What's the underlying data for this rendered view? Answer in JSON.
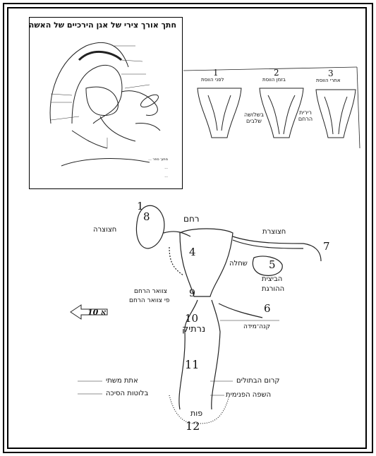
{
  "panel1": {
    "title": "חתך אורך צירי של אגן הירכיים של האשה",
    "caption1": "מתוך ספר ...",
    "caption2": "...",
    "caption3": "..."
  },
  "cervix": {
    "stages": [
      {
        "num": "1",
        "label": "לפני הווסת"
      },
      {
        "num": "2",
        "label": "בזמן הווסת"
      },
      {
        "num": "3",
        "label": "אחרי הווסת"
      }
    ],
    "note_layers": "בשלושה שלבים",
    "note_mucus": "רירית הרחם"
  },
  "diagram": {
    "womb": "רחם",
    "tube_left": "חצוצרה",
    "tube_right": "חצוצרת",
    "ovary": "שחלה",
    "egg_line1": "הביצית",
    "egg_line2": "ההורגת",
    "cervix_mouth": "צוואר הרחם",
    "cervix_opening": "פי צוואר הרחם",
    "vagina": "נרתיק",
    "urethra_line1": "אתת משתי",
    "urethra_line2": "בלוטות הסיכה",
    "hymen": "קרום הבתולים",
    "labia": "השפה הפנימית",
    "vulva": "פות",
    "cervix_bottom": "קנה־מידה",
    "arrow_label": "א 10",
    "numbers": [
      "1",
      "8",
      "4",
      "7",
      "5",
      "6",
      "9",
      "10",
      "11",
      "12"
    ]
  }
}
